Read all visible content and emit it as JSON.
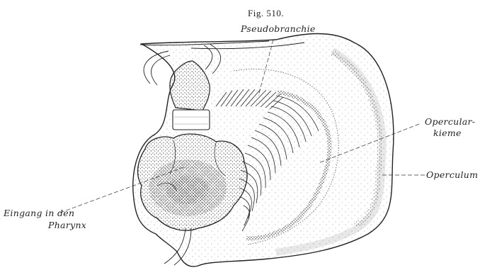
{
  "figure": {
    "number": "Fig. 510.",
    "labels": {
      "pseudobranchie": "Pseudobranchie",
      "opercularkieme_1": "Opercular-",
      "opercularkieme_2": "kieme",
      "operculum": "Operculum",
      "eingang_1": "Eingang in den",
      "eingang_2": "Pharynx"
    }
  }
}
